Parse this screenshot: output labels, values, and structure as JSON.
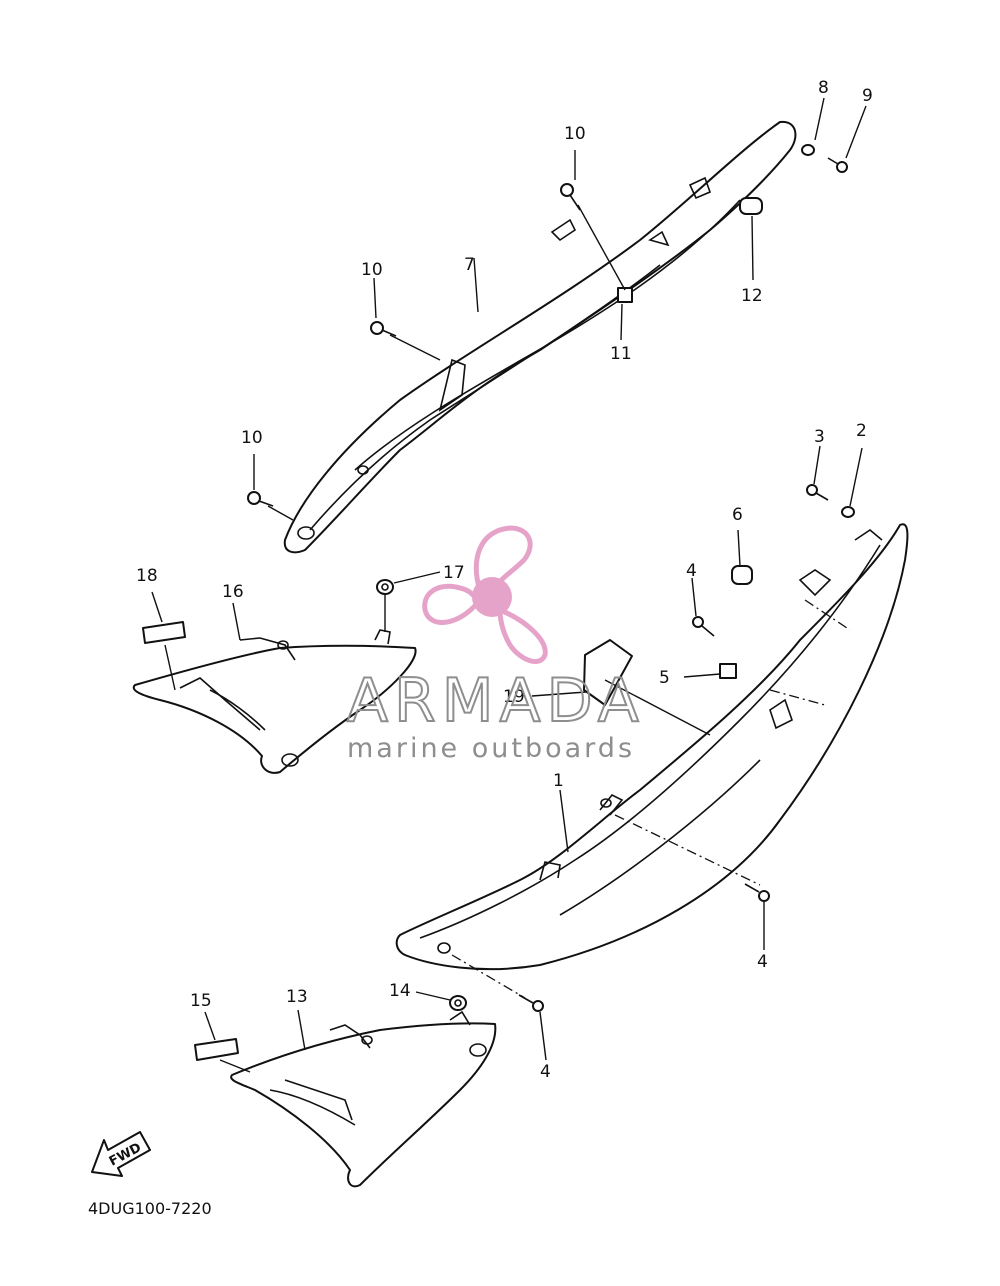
{
  "callouts": [
    {
      "id": "c-10a",
      "text": "10"
    },
    {
      "id": "c-8",
      "text": "8"
    },
    {
      "id": "c-9",
      "text": "9"
    },
    {
      "id": "c-10b",
      "text": "10"
    },
    {
      "id": "c-7",
      "text": "7"
    },
    {
      "id": "c-12",
      "text": "12"
    },
    {
      "id": "c-11",
      "text": "11"
    },
    {
      "id": "c-10c",
      "text": "10"
    },
    {
      "id": "c-3",
      "text": "3"
    },
    {
      "id": "c-2",
      "text": "2"
    },
    {
      "id": "c-6",
      "text": "6"
    },
    {
      "id": "c-4a",
      "text": "4"
    },
    {
      "id": "c-18",
      "text": "18"
    },
    {
      "id": "c-16",
      "text": "16"
    },
    {
      "id": "c-17",
      "text": "17"
    },
    {
      "id": "c-5",
      "text": "5"
    },
    {
      "id": "c-19",
      "text": "19"
    },
    {
      "id": "c-1",
      "text": "1"
    },
    {
      "id": "c-4b",
      "text": "4"
    },
    {
      "id": "c-15",
      "text": "15"
    },
    {
      "id": "c-13",
      "text": "13"
    },
    {
      "id": "c-14",
      "text": "14"
    },
    {
      "id": "c-4c",
      "text": "4"
    }
  ],
  "watermark": {
    "brand": "ARMADA",
    "tagline": "marine outboards",
    "color": "#e6a3c9"
  },
  "fwd_label": "FWD",
  "diagram_code": "4DUG100-7220"
}
